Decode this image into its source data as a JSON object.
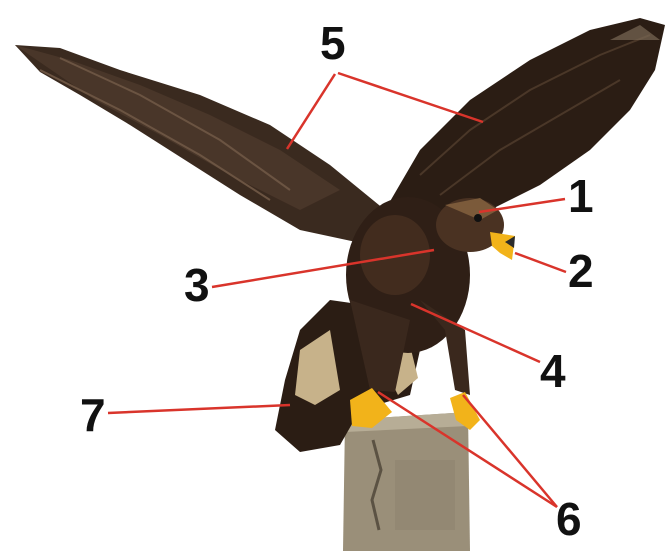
{
  "labels": {
    "one": "1",
    "two": "2",
    "three": "3",
    "four": "4",
    "five": "5",
    "six": "6",
    "seven": "7"
  },
  "colors": {
    "leader_line": "#d9342b",
    "plumage_dark": "#2b1d14",
    "plumage_brown": "#4a3222",
    "plumage_light": "#b89f7a",
    "beak_feet": "#f2b31a",
    "post": "#9a8f79",
    "label_text": "#111111"
  },
  "icons": {
    "subject": "eagle-illustration",
    "perch": "stone-post"
  }
}
